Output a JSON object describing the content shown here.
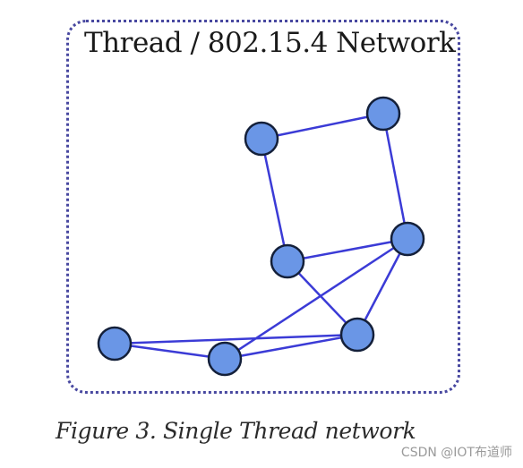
{
  "diagram": {
    "title": "Thread / 802.15.4 Network",
    "node_color": "#6a96e6",
    "node_outline_color": "#14203a",
    "link_color": "#3b3bd6",
    "boundary_color": "#4848a0",
    "nodes": [
      "n1",
      "n2",
      "n3",
      "n4",
      "n5",
      "n6",
      "n7"
    ],
    "links": [
      [
        "n1",
        "n2"
      ],
      [
        "n1",
        "n4"
      ],
      [
        "n2",
        "n3"
      ],
      [
        "n3",
        "n4"
      ],
      [
        "n4",
        "n6"
      ],
      [
        "n4",
        "n7"
      ],
      [
        "n6",
        "n7"
      ],
      [
        "n6",
        "n5"
      ],
      [
        "n5",
        "n7"
      ],
      [
        "n7",
        "n3"
      ]
    ]
  },
  "caption": "Figure 3. Single Thread network",
  "watermark": "CSDN @IOT布道师"
}
